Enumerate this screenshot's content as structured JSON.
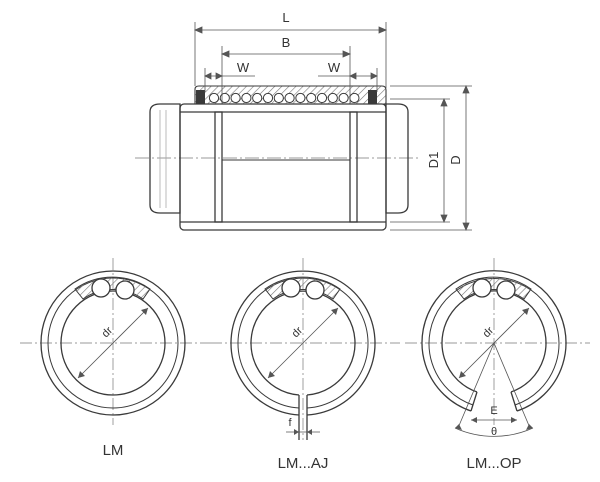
{
  "side_view": {
    "labels": {
      "L": "L",
      "B": "B",
      "W_left": "W",
      "W_right": "W",
      "D1": "D1",
      "D": "D"
    }
  },
  "variants": [
    {
      "caption": "LM",
      "bore_label": "dr"
    },
    {
      "caption": "LM...AJ",
      "bore_label": "dr",
      "slot_label": "f"
    },
    {
      "caption": "LM...OP",
      "bore_label": "dr",
      "opening_label": "E",
      "angle_label": "θ"
    }
  ],
  "colors": {
    "line": "#3a3a3a",
    "hatch": "#7a7a7a",
    "ball": "#ffffff",
    "dim": "#555555"
  }
}
